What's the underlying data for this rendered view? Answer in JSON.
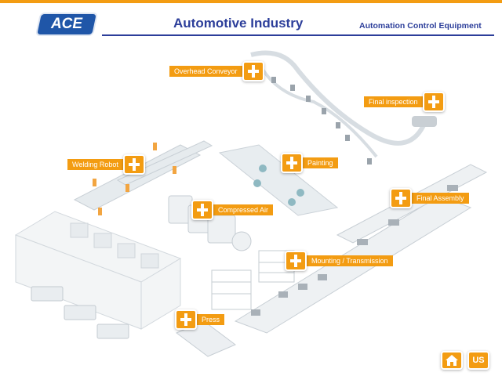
{
  "header": {
    "logo_text": "ACE",
    "title": "Automotive Industry",
    "subtitle": "Automation Control Equipment"
  },
  "colors": {
    "accent": "#f39c12",
    "brand_blue": "#1f56a8",
    "title_blue": "#2c3e9a"
  },
  "hotspots": [
    {
      "label": "Overhead Conveyor"
    },
    {
      "label": "Final inspection"
    },
    {
      "label": "Welding Robot"
    },
    {
      "label": "Painting"
    },
    {
      "label": "Compressed Air"
    },
    {
      "label": "Final Assembly"
    },
    {
      "label": "Mounting / Transmission"
    },
    {
      "label": "Press"
    }
  ],
  "nav": {
    "home_icon": "home-icon",
    "us_label": "US"
  }
}
